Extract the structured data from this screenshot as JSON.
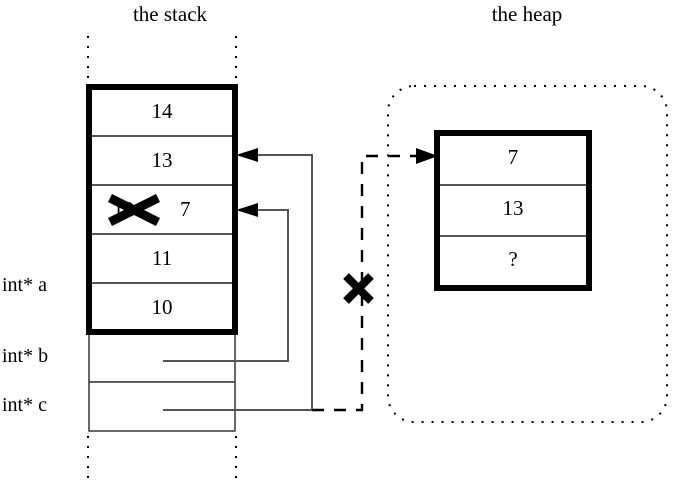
{
  "diagram": {
    "title_stack": "the stack",
    "title_heap": "the heap",
    "colors": {
      "ink": "#000000",
      "paper": "#ffffff",
      "rule": "#555555"
    }
  },
  "stack": {
    "header": "the stack",
    "active_frame_cells": [
      {
        "value": "14"
      },
      {
        "value": "13"
      },
      {
        "value": "7",
        "crossed_out_value": "12"
      },
      {
        "value": "11"
      },
      {
        "value": "10"
      }
    ],
    "variables": [
      {
        "label": "int* a"
      },
      {
        "label": "int* b"
      },
      {
        "label": "int* c"
      }
    ]
  },
  "heap": {
    "header": "the heap",
    "cells": [
      {
        "value": "7"
      },
      {
        "value": "13"
      },
      {
        "value": "?"
      }
    ]
  },
  "annotations": {
    "invalid_pointer_mark": "X",
    "overwritten_value_mark": "X"
  }
}
